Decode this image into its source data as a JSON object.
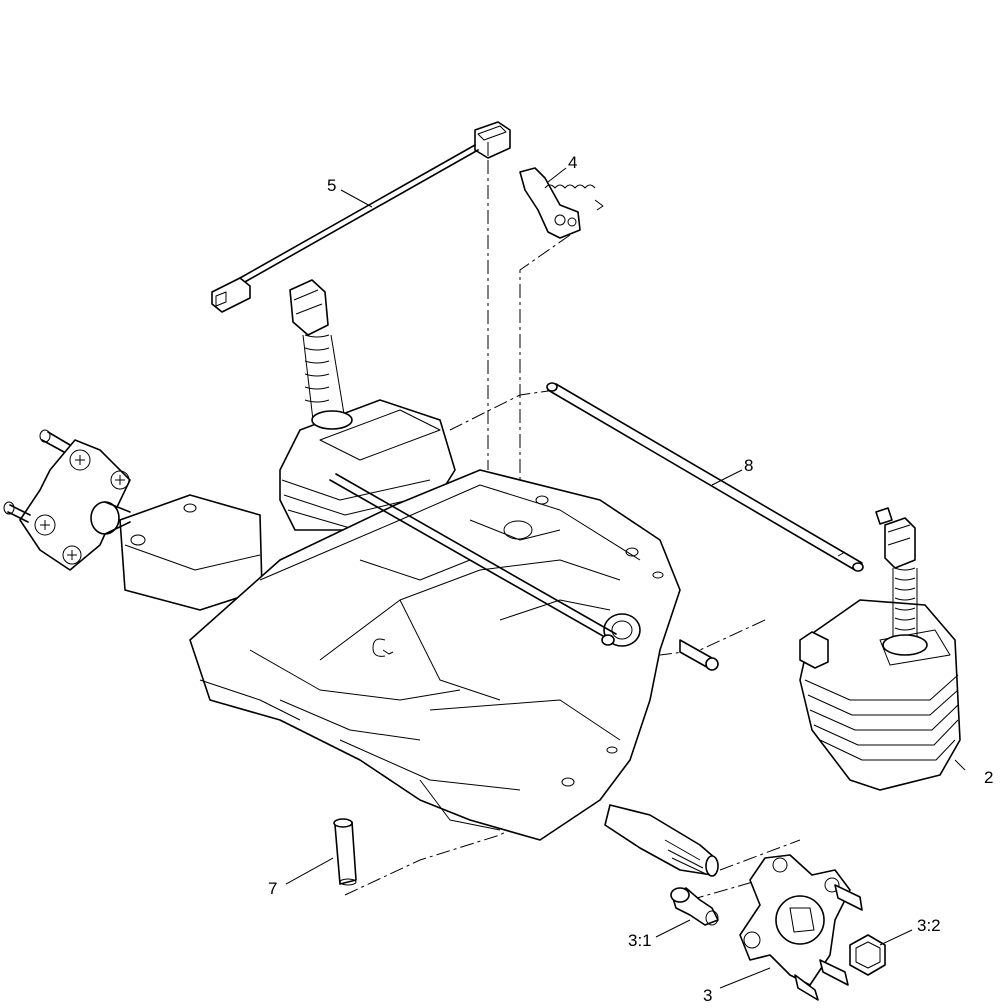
{
  "callouts": {
    "c2": "2",
    "c3": "3",
    "c3_1": "3:1",
    "c3_2": "3:2",
    "c4": "4",
    "c5": "5",
    "c7": "7",
    "c8": "8"
  }
}
